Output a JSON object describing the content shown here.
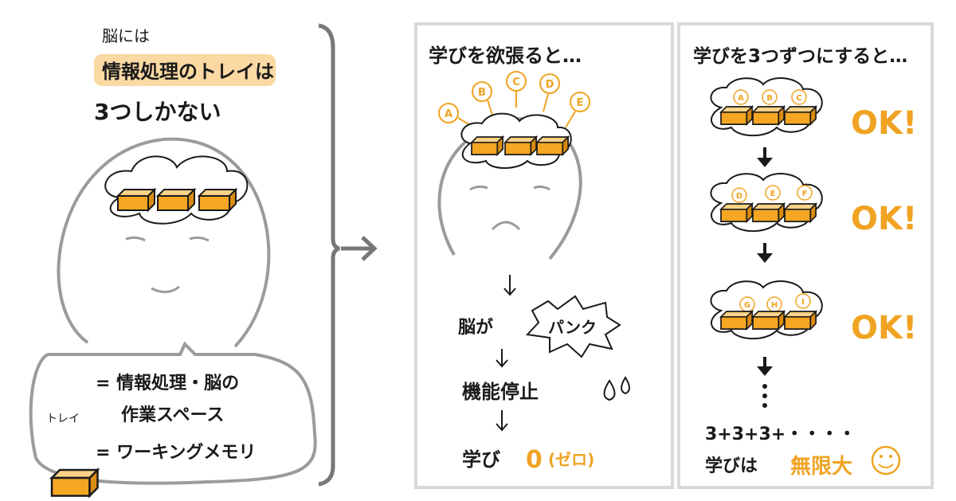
{
  "left": {
    "heading_line1": "脳には",
    "heading_line2": "情報処理のトレイは",
    "heading_line3": "3つしかない",
    "legend_tray_label": "トレイ",
    "legend_line1": "= 情報処理・脳の",
    "legend_line2": "作業スペース",
    "legend_line3": "= ワーキングメモリ"
  },
  "middle": {
    "title": "学びを欲張ると…",
    "circle_letters": [
      "A",
      "B",
      "C",
      "D",
      "E"
    ],
    "step1_prefix": "脳が",
    "step1_burst": "パンク",
    "step2": "機能停止",
    "step3_prefix": "学び",
    "step3_value": "0",
    "step3_paren": "(ゼロ)"
  },
  "right": {
    "title": "学びを3つずつにすると…",
    "groups": [
      {
        "letters": [
          "A",
          "B",
          "C"
        ],
        "status": "OK!"
      },
      {
        "letters": [
          "D",
          "E",
          "F"
        ],
        "status": "OK!"
      },
      {
        "letters": [
          "G",
          "H",
          "I"
        ],
        "status": "OK!"
      }
    ],
    "sum_text": "3+3+3+・・・・",
    "result_prefix": "学びは",
    "result_highlight": "無限大"
  },
  "colors": {
    "accent": "#f0a322",
    "tray": "#f5b33a",
    "highlight": "#fbd9a3",
    "line": "#9b9b9b",
    "ink": "#1a1a1a"
  }
}
